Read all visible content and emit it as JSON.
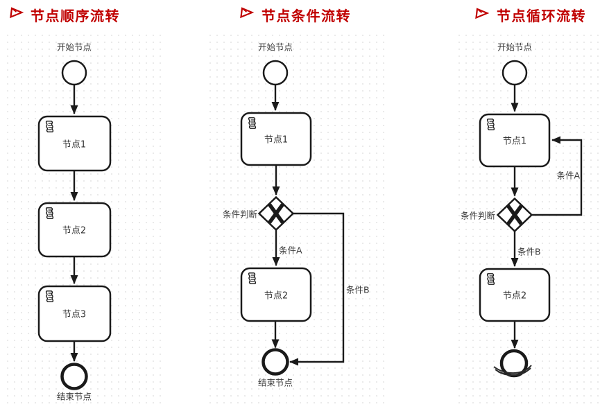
{
  "colors": {
    "accent": "#c00000",
    "ink": "#1a1a1a",
    "label": "#3a3a3a",
    "grid_dot": "#e9e9e9"
  },
  "icons": {
    "bullet": "red-arrowhead-bullet",
    "task_badge": "script-scroll-icon",
    "gateway": "exclusive-gateway-x",
    "start_event": "thin-circle",
    "end_event": "thick-circle"
  },
  "sections": [
    {
      "title": "节点顺序流转",
      "labels": {
        "start": "开始节点",
        "end": "结束节点"
      },
      "nodes": [
        "节点1",
        "节点2",
        "节点3"
      ]
    },
    {
      "title": "节点条件流转",
      "labels": {
        "start": "开始节点",
        "end": "结束节点",
        "gateway": "条件判断",
        "cond_a": "条件A",
        "cond_b": "条件B"
      },
      "nodes": [
        "节点1",
        "节点2"
      ]
    },
    {
      "title": "节点循环流转",
      "labels": {
        "start": "开始节点",
        "gateway": "条件判断",
        "cond_a": "条件A",
        "cond_b": "条件B"
      },
      "nodes": [
        "节点1",
        "节点2"
      ]
    }
  ]
}
